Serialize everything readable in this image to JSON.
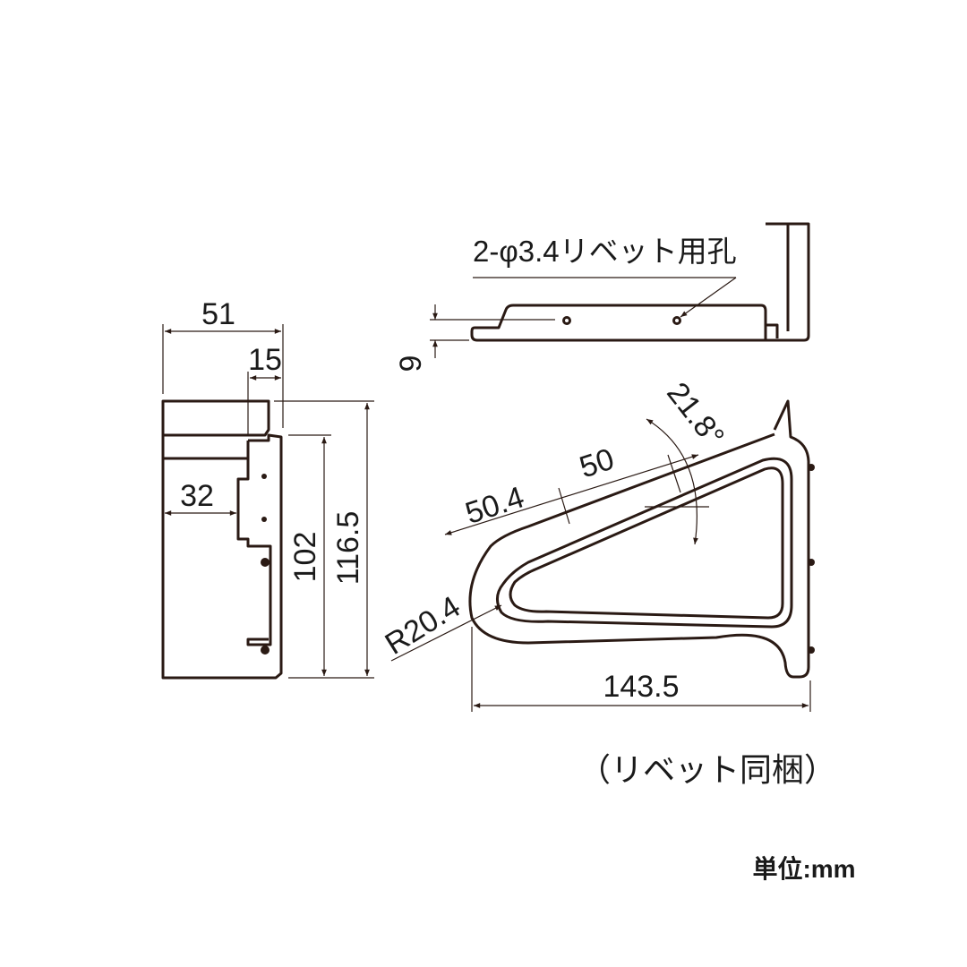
{
  "front_view": {
    "width_total": "51",
    "width_plate": "15",
    "depth": "32",
    "height_inner": "102",
    "height_total": "116.5"
  },
  "top_view": {
    "hole_note": "2-φ3.4リベット用孔",
    "thickness": "9"
  },
  "side_view": {
    "length_a": "50.4",
    "length_b": "50",
    "angle": "21.8°",
    "radius": "R20.4",
    "length_total": "143.5"
  },
  "note": "（リベット同梱）",
  "unit": "単位:mm",
  "colors": {
    "line": "#2a1a14"
  }
}
